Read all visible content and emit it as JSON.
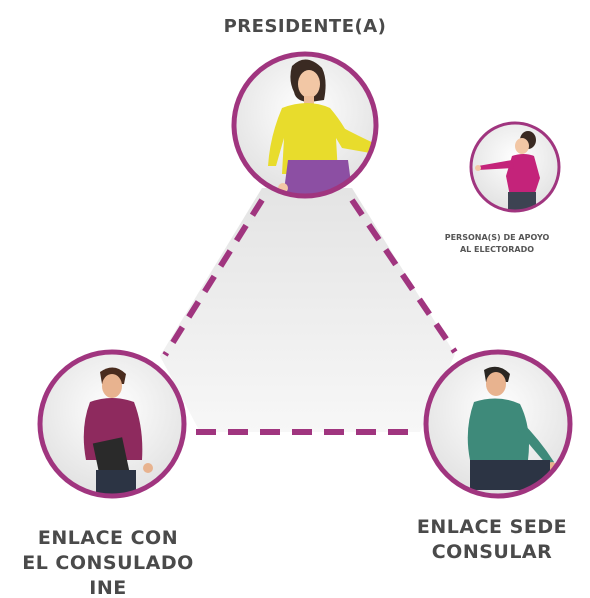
{
  "labels": {
    "president": "PRESIDENTE(A)",
    "support_line1": "PERSONA(S) DE APOYO",
    "support_line2": "AL ELECTORADO",
    "liaison_ine_line1": "ENLACE CON",
    "liaison_ine_line2": "EL CONSULADO",
    "liaison_ine_line3": "INE",
    "liaison_sede_line1": "ENLACE SEDE",
    "liaison_sede_line2": "CONSULAR"
  },
  "colors": {
    "ring": "#a0357f",
    "dash": "#a0357f",
    "label": "#4a4a4a"
  },
  "icons": {
    "president": "woman-yellow-shirt-figure",
    "support": "woman-pink-blouse-figure",
    "liaison_ine": "man-maroon-sweater-folder-figure",
    "liaison_sede": "man-green-sweater-seated-figure"
  }
}
